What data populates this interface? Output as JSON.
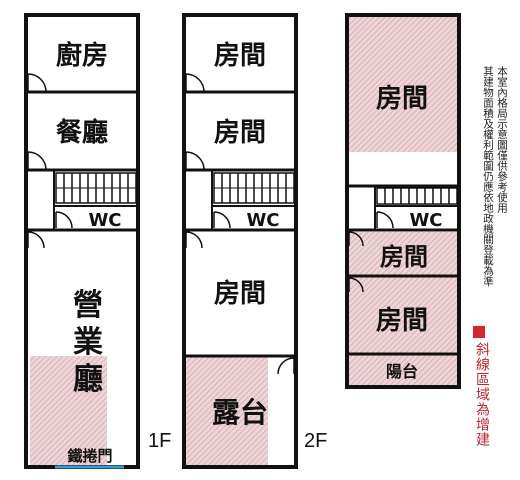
{
  "floor1": {
    "kitchen": "廚房",
    "dining": "餐廳",
    "wc": "WC",
    "business_hall": [
      "營",
      "業",
      "廳"
    ],
    "iron_door": "鐵捲門",
    "floor_label": "1F"
  },
  "floor2": {
    "room_a": "房間",
    "room_b": "房間",
    "wc": "WC",
    "room_c": "房間",
    "terrace": "露台",
    "floor_label": "2F"
  },
  "floor3": {
    "room_a": "房間",
    "wc": "WC",
    "room_b": "房間",
    "room_c": "房間",
    "balcony": "陽台"
  },
  "notes": {
    "line1": "本室內格局示意圖僅供參考使用",
    "line2": "其建物面積及權利範圍仍應依地政機關登載為準"
  },
  "legend": {
    "label": "斜線區域為增建",
    "swatch_color": "#d7262e"
  },
  "colors": {
    "hatch_fill": "#e9c9cc",
    "wall": "#111111",
    "door_accent": "#3a9ad9"
  }
}
